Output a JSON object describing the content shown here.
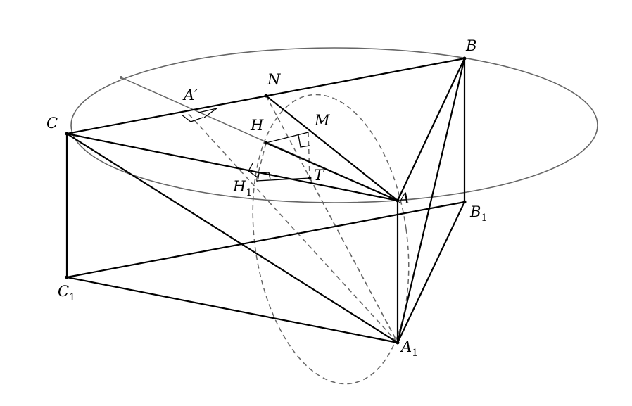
{
  "labels": {
    "B": "B",
    "N": "N",
    "A_prime": "A′",
    "C": "C",
    "H": "H",
    "M": "M",
    "H1_main": "H",
    "H1_sub": "1",
    "T": "T",
    "A": "A",
    "B1_main": "B",
    "B1_sub": "1",
    "C1_main": "C",
    "C1_sub": "1",
    "A1_main": "A",
    "A1_sub": "1"
  },
  "colors": {
    "edge": "#000000",
    "circle": "#666666",
    "dashed": "#666666",
    "background": "#ffffff"
  }
}
